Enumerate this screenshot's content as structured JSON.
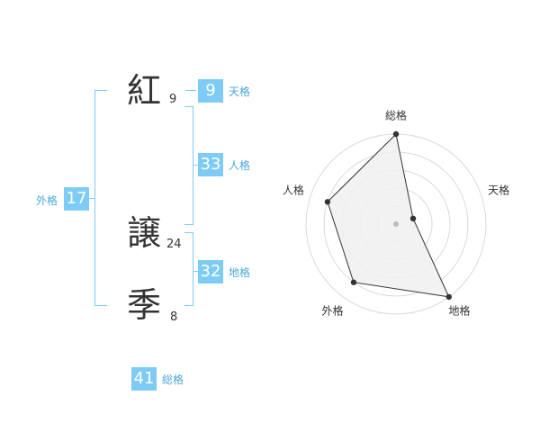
{
  "name_chars": [
    {
      "char": "紅",
      "strokes": "9"
    },
    {
      "char": "譲",
      "strokes": "24"
    },
    {
      "char": "季",
      "strokes": "8"
    }
  ],
  "kaku": {
    "tenkaku": {
      "value": "9",
      "label": "天格"
    },
    "jinkaku": {
      "value": "33",
      "label": "人格"
    },
    "chikaku": {
      "value": "32",
      "label": "地格"
    },
    "gaikaku": {
      "value": "17",
      "label": "外格"
    },
    "soukaku": {
      "value": "41",
      "label": "総格"
    }
  },
  "chart_data": {
    "type": "radar",
    "axes": [
      "総格",
      "天格",
      "地格",
      "外格",
      "人格"
    ],
    "values": [
      5,
      1,
      5,
      4,
      4
    ],
    "range": [
      0,
      5
    ],
    "rings": 5,
    "colors": {
      "fill": "#f0f0f0",
      "line": "#333333",
      "grid": "#d9d9d9",
      "center": "#bbbbbb"
    }
  }
}
